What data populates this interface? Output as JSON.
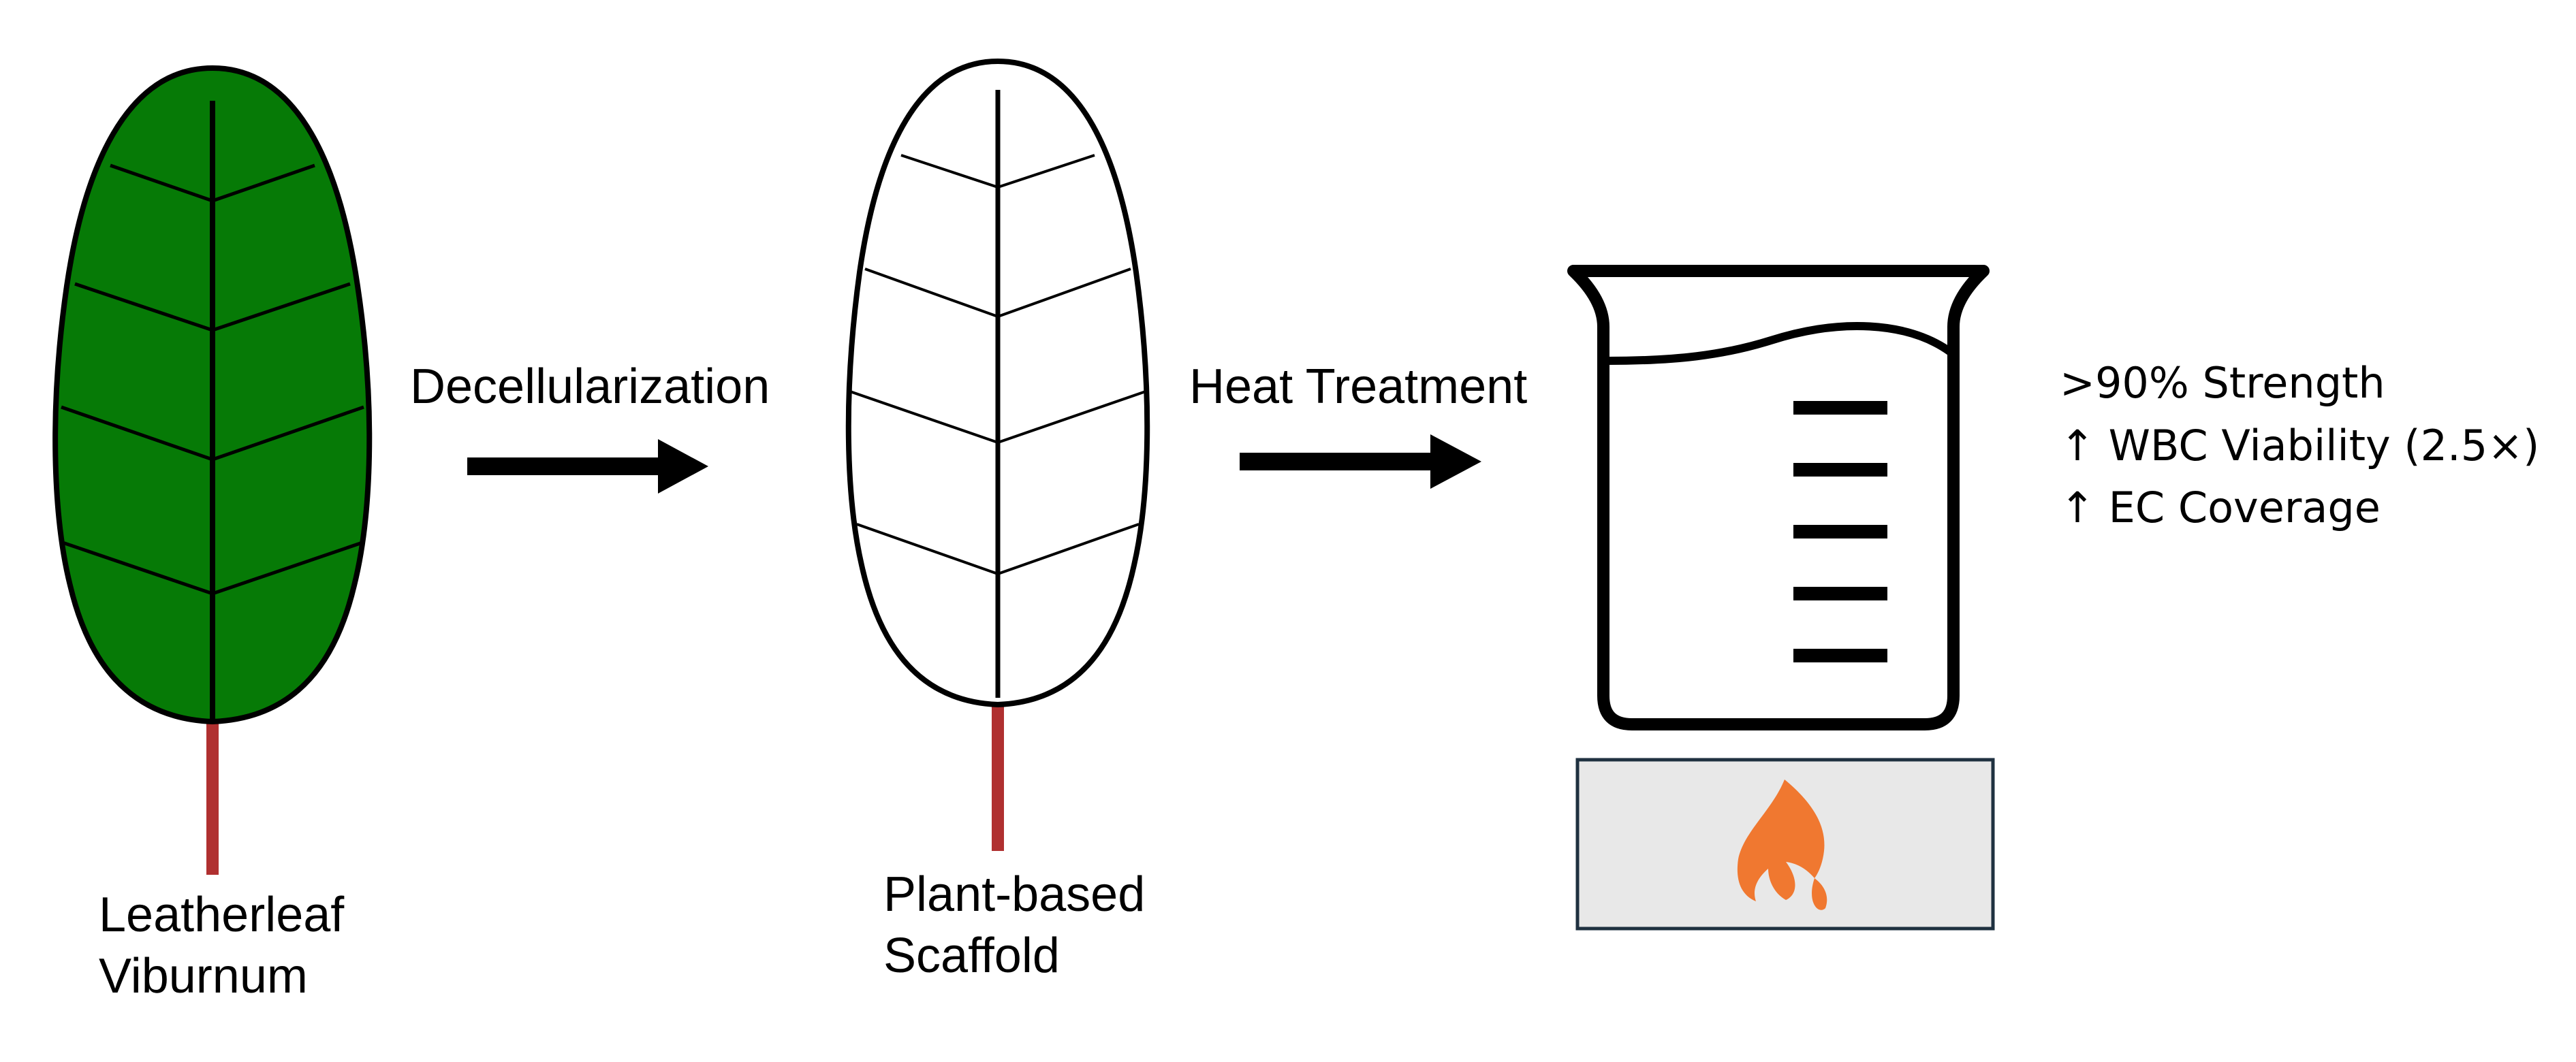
{
  "diagram": {
    "leaf_source_label_line1": "Leatherleaf",
    "leaf_source_label_line2": "Viburnum",
    "step1_label": "Decellularization",
    "scaffold_label_line1": "Plant-based",
    "scaffold_label_line2": "Scaffold",
    "step2_label": "Heat Treatment",
    "results": [
      ">90% Strength",
      "↑ WBC Viability (2.5×)",
      "↑ EC Coverage"
    ]
  },
  "colors": {
    "leaf_fill": "#067a06",
    "stem": "#b03030",
    "outline": "#000000",
    "heater_fill": "#e8e8e8",
    "heater_border": "#1f3140",
    "flame": "#f07830"
  },
  "icons": [
    "leaf-icon",
    "arrow-right-icon",
    "scaffold-leaf-icon",
    "beaker-icon",
    "hot-plate-icon",
    "flame-icon"
  ]
}
